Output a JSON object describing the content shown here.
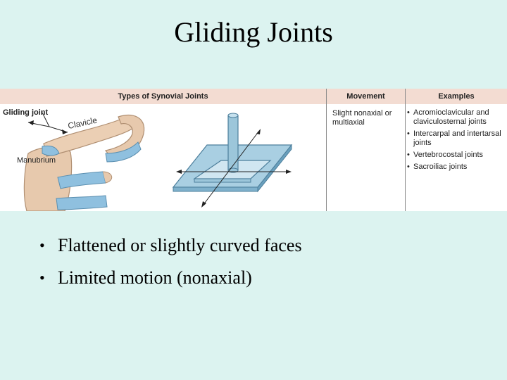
{
  "slide": {
    "title": "Gliding Joints",
    "bullets": [
      "Flattened or slightly curved faces",
      "Limited motion (nonaxial)"
    ]
  },
  "figure": {
    "headers": {
      "types": "Types of Synovial Joints",
      "movement": "Movement",
      "examples": "Examples"
    },
    "joint_label": "Gliding joint",
    "clavicle_label": "Clavicle",
    "manubrium_label": "Manubrium",
    "movement_text": "Slight nonaxial or multiaxial",
    "examples": [
      "Acromioclavicular and claviculosternal joints",
      "Intercarpal and intertarsal joints",
      "Vertebrocostal joints",
      "Sacroiliac joints"
    ],
    "colors": {
      "header_bg": "#f3dcd2",
      "bone": "#e7c9ad",
      "cartilage": "#8fc0df",
      "plate": "#a9cfe2",
      "background": "#dcf3f0"
    }
  }
}
